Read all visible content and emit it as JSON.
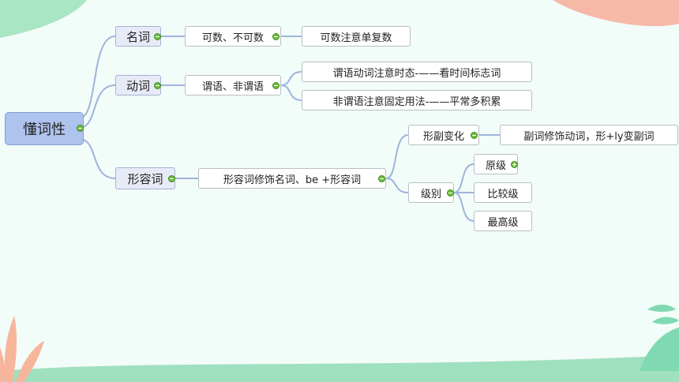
{
  "colors": {
    "background": "#f2fcf8",
    "connector": "#9fb3dc",
    "root_fill": "#aec3ee",
    "branch_fill": "#e7ebf7",
    "toggle": "#6cbd3a"
  },
  "mindmap": {
    "root": "懂词性",
    "noun": {
      "label": "名词",
      "detail": "可数、不可数",
      "note": "可数注意单复数"
    },
    "verb": {
      "label": "动词",
      "detail": "谓语、非谓语",
      "note_predicate": "谓语动词注意时态-——看时间标志词",
      "note_nonpredicate": "非谓语注意固定用法-——平常多积累"
    },
    "adjective": {
      "label": "形容词",
      "detail": "形容词修饰名词、be +形容词",
      "morph": {
        "label": "形副变化",
        "note": "副词修饰动词，形+ly变副词"
      },
      "degree": {
        "label": "级别",
        "positive": "原级",
        "comparative": "比较级",
        "superlative": "最高级"
      }
    }
  }
}
